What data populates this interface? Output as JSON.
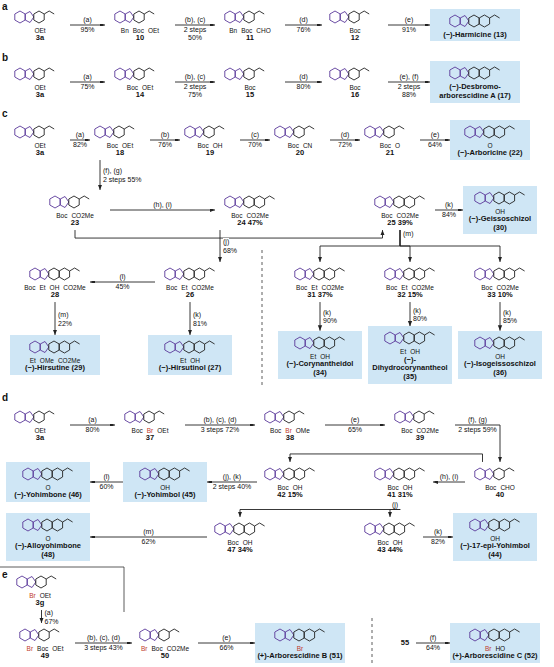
{
  "diagram": {
    "nodes": [
      {
        "text": [
          "3a",
          "OEt"
        ]
      },
      {
        "text": [
          "10",
          "Bn",
          "Boc",
          "OEt"
        ]
      },
      {
        "text": [
          "11",
          "Bn",
          "Boc",
          "CHO"
        ]
      },
      {
        "text": [
          "12",
          "Boc"
        ]
      },
      {
        "text": [
          "(−)-Harmicine (13)"
        ]
      },
      {
        "text": [
          "3a",
          "OEt"
        ]
      },
      {
        "text": [
          "14",
          "Boc",
          "OEt"
        ]
      },
      {
        "text": [
          "15",
          "Boc"
        ]
      },
      {
        "text": [
          "16",
          "Boc"
        ]
      },
      {
        "text": [
          "(−)-Desbromo-arborescidine A (17)"
        ]
      },
      {
        "text": [
          "3a",
          "OEt"
        ]
      },
      {
        "text": [
          "18",
          "Boc",
          "OEt"
        ]
      },
      {
        "text": [
          "19",
          "Boc",
          "OH"
        ]
      },
      {
        "text": [
          "20",
          "Boc",
          "CN"
        ]
      },
      {
        "text": [
          "21",
          "Boc",
          "O"
        ]
      },
      {
        "text": [
          "(−)-Arboricine (22)",
          "O"
        ]
      },
      {
        "text": [
          "23",
          "Boc",
          "CO2Me"
        ]
      },
      {
        "text": [
          "24 47%",
          "Boc",
          "CO2Me"
        ]
      },
      {
        "text": [
          "25 39%",
          "Boc",
          "CO2Me"
        ]
      },
      {
        "text": [
          "(−)-Geissoschizol (30)",
          "OH"
        ]
      },
      {
        "text": [
          "26",
          "Boc",
          "Et",
          "CO2Me"
        ]
      },
      {
        "text": [
          "28",
          "Boc",
          "Et",
          "OH",
          "CO2Me"
        ]
      },
      {
        "text": [
          "(−)-Hirsutine (29)",
          "Et",
          "OMe",
          "CO2Me"
        ]
      },
      {
        "text": [
          "(−)-Hirsutinol (27)",
          "Et",
          "OH"
        ]
      },
      {
        "text": [
          "31 37%",
          "Boc",
          "Et",
          "CO2Me"
        ]
      },
      {
        "text": [
          "32 15%",
          "Boc",
          "Et",
          "CO2Me"
        ]
      },
      {
        "text": [
          "33 10%",
          "Boc",
          "CO2Me"
        ]
      },
      {
        "text": [
          "(−)-Corynantheidol (34)",
          "Et",
          "OH"
        ]
      },
      {
        "text": [
          "(−)-Dihydrocorynantheol (35)",
          "Et",
          "OH"
        ]
      },
      {
        "text": [
          "(−)-Isogeissoschizol (36)",
          "OH"
        ]
      },
      {
        "text": [
          "3a",
          "OEt"
        ]
      },
      {
        "text": [
          "37",
          "Boc",
          "Br",
          "OEt"
        ]
      },
      {
        "text": [
          "38",
          "Boc",
          "Br",
          "OMe"
        ]
      },
      {
        "text": [
          "39",
          "Boc",
          "CO2Me"
        ]
      },
      {
        "text": [
          "40",
          "Boc",
          "CHO"
        ]
      },
      {
        "text": [
          "41 31%",
          "Boc",
          "OH"
        ]
      },
      {
        "text": [
          "42 15%",
          "Boc",
          "OH"
        ]
      },
      {
        "text": [
          "(−)-Yohimbol (45)",
          "OH"
        ]
      },
      {
        "text": [
          "(−)-Yohimbone (46)",
          "O"
        ]
      },
      {
        "text": [
          "43 44%",
          "Boc",
          "OH"
        ]
      },
      {
        "text": [
          "47 34%",
          "Boc",
          "OH"
        ]
      },
      {
        "text": [
          "(−)-Alloyohimbone (48)",
          "O"
        ]
      },
      {
        "text": [
          "(−)-17-epi-Yohimbol (44)",
          "OH"
        ]
      },
      {
        "text": [
          "3g",
          "Br",
          "OEt"
        ]
      },
      {
        "text": [
          "49",
          "Br",
          "Boc",
          "OEt"
        ]
      },
      {
        "text": [
          "50",
          "Br",
          "Boc",
          "CO2Me"
        ]
      },
      {
        "text": [
          "(+)-Arborescidine B (51)",
          "Br"
        ]
      },
      {
        "text": [
          "55"
        ]
      },
      {
        "text": [
          "(+)-Arborescidine C (52)",
          "Br",
          "HO"
        ]
      }
    ],
    "edges": [
      {
        "from": 0,
        "to": 1,
        "arrow": "to",
        "label": "(a)"
      },
      {
        "from": 1,
        "to": 2,
        "arrow": "to",
        "label": "(b), (c)"
      },
      {
        "from": 2,
        "to": 3,
        "arrow": "to",
        "label": "(d)"
      },
      {
        "from": 3,
        "to": 4,
        "arrow": "to",
        "label": "(e)"
      },
      {
        "from": 5,
        "to": 6,
        "arrow": "to",
        "label": "(a)"
      },
      {
        "from": 6,
        "to": 7,
        "arrow": "to",
        "label": "(b), (c)"
      },
      {
        "from": 7,
        "to": 8,
        "arrow": "to",
        "label": "(d)"
      },
      {
        "from": 8,
        "to": 9,
        "arrow": "to",
        "label": "(e), (f)"
      },
      {
        "from": 10,
        "to": 11,
        "arrow": "to",
        "label": "(a)"
      },
      {
        "from": 11,
        "to": 12,
        "arrow": "to",
        "label": "(b)"
      },
      {
        "from": 12,
        "to": 13,
        "arrow": "to",
        "label": "(c)"
      },
      {
        "from": 13,
        "to": 14,
        "arrow": "to",
        "label": "(d)"
      },
      {
        "from": 14,
        "to": 15,
        "arrow": "to",
        "label": "(e)"
      },
      {
        "from": 11,
        "to": 16,
        "arrow": "to",
        "label": "(f), (g)"
      },
      {
        "from": 16,
        "to": 17,
        "arrow": "to",
        "label": "(h), (i)"
      },
      {
        "from": 16,
        "to": 18,
        "arrow": "to"
      },
      {
        "from": 18,
        "to": 19,
        "arrow": "to",
        "label": "(k)"
      },
      {
        "from": 17,
        "to": 20,
        "arrow": "to",
        "label": "(j)"
      },
      {
        "from": 20,
        "to": 21,
        "arrow": "to",
        "label": "(l)"
      },
      {
        "from": 21,
        "to": 22,
        "arrow": "to",
        "label": "(m)"
      },
      {
        "from": 20,
        "to": 23,
        "arrow": "to",
        "label": "(k)"
      },
      {
        "from": 18,
        "to": 24,
        "arrow": "to"
      },
      {
        "from": 18,
        "to": 25,
        "arrow": "to",
        "label": "(m)"
      },
      {
        "from": 18,
        "to": 26,
        "arrow": "to"
      },
      {
        "from": 24,
        "to": 27,
        "arrow": "to",
        "label": "(k)"
      },
      {
        "from": 25,
        "to": 28,
        "arrow": "to",
        "label": "(k)"
      },
      {
        "from": 26,
        "to": 29,
        "arrow": "to",
        "label": "(k)"
      },
      {
        "from": 30,
        "to": 31,
        "arrow": "to",
        "label": "(a)"
      },
      {
        "from": 31,
        "to": 32,
        "arrow": "to",
        "label": "(b), (c), (d)"
      },
      {
        "from": 32,
        "to": 33,
        "arrow": "to",
        "label": "(e)"
      },
      {
        "from": 33,
        "to": 34,
        "arrow": "to",
        "label": "(f), (g)"
      },
      {
        "from": 34,
        "to": 35,
        "arrow": "to",
        "label": "(h), (i)"
      },
      {
        "from": 34,
        "to": 36,
        "arrow": "to"
      },
      {
        "from": 36,
        "to": 37,
        "arrow": "to",
        "label": "(j), (k)"
      },
      {
        "from": 37,
        "to": 38,
        "arrow": "to",
        "label": "(l)"
      },
      {
        "from": 35,
        "to": 39,
        "arrow": "to",
        "label": "(j)"
      },
      {
        "from": 35,
        "to": 40,
        "arrow": "to"
      },
      {
        "from": 39,
        "to": 42,
        "arrow": "to",
        "label": "(k)"
      },
      {
        "from": 40,
        "to": 41,
        "arrow": "to",
        "label": "(m)"
      },
      {
        "from": 43,
        "to": 44,
        "arrow": "to",
        "label": "(a)"
      },
      {
        "from": 44,
        "to": 45,
        "arrow": "to",
        "label": "(b), (c), (d)"
      },
      {
        "from": 45,
        "to": 46,
        "arrow": "to",
        "label": "(e)"
      },
      {
        "from": 47,
        "to": 48,
        "arrow": "to",
        "label": "(f)"
      }
    ],
    "labels": [
      "a",
      "b",
      "c",
      "d",
      "e",
      "95%",
      "2 steps 50%",
      "76%",
      "91%",
      "75%",
      "2 steps 75%",
      "80%",
      "2 steps 88%",
      "82%",
      "76%",
      "70%",
      "72%",
      "64%",
      "2 steps 55%",
      "68%",
      "45%",
      "22%",
      "81%",
      "84%",
      "90%",
      "80%",
      "85%",
      "80%",
      "3 steps 72%",
      "65%",
      "2 steps 59%",
      "2 steps 40%",
      "60%",
      "82%",
      "62%",
      "67%",
      "3 steps 43%",
      "66%",
      "64%"
    ]
  }
}
